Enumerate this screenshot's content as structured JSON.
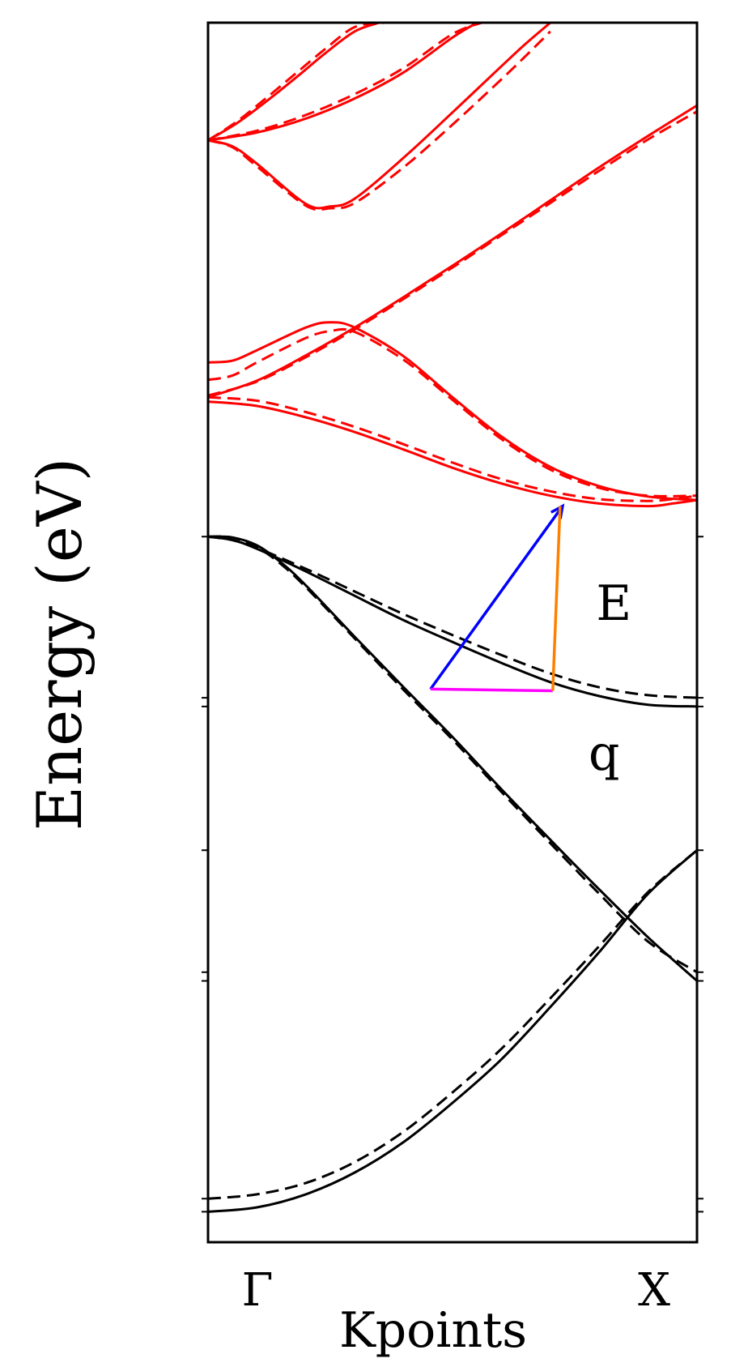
{
  "chart_data": {
    "type": "line",
    "title": "",
    "xlabel": "Kpoints",
    "ylabel": "Energy (eV)",
    "x_ticks": [
      "Γ",
      "X"
    ],
    "xlim": [
      0,
      1
    ],
    "ylim": [
      0,
      1
    ],
    "grid": false,
    "legend": "none",
    "colors": {
      "valence": "#000000",
      "conduction": "#ff0000",
      "transition_arrow": "#0000ff",
      "energy": "#ff8000",
      "momentum": "#ff00ff"
    },
    "series": [
      {
        "group": "valence",
        "style": "solid",
        "x": [
          0.0,
          0.1,
          0.2,
          0.3,
          0.4,
          0.5,
          0.6,
          0.7,
          0.8,
          0.9,
          1.0
        ],
        "y": [
          0.035,
          0.04,
          0.055,
          0.08,
          0.115,
          0.16,
          0.21,
          0.27,
          0.333,
          0.4,
          0.45
        ]
      },
      {
        "group": "valence",
        "style": "dashed",
        "x": [
          0.0,
          0.1,
          0.2,
          0.3,
          0.4,
          0.5,
          0.6,
          0.7,
          0.8,
          0.9,
          1.0
        ],
        "y": [
          0.05,
          0.055,
          0.068,
          0.092,
          0.127,
          0.172,
          0.222,
          0.28,
          0.34,
          0.402,
          0.45
        ]
      },
      {
        "group": "valence",
        "style": "solid",
        "x": [
          0.0,
          0.05,
          0.1,
          0.15,
          0.2,
          0.3,
          0.4,
          0.5,
          0.6,
          0.7,
          0.8,
          0.9,
          1.0
        ],
        "y": [
          0.81,
          0.809,
          0.8,
          0.78,
          0.754,
          0.695,
          0.637,
          0.58,
          0.52,
          0.462,
          0.405,
          0.35,
          0.3
        ]
      },
      {
        "group": "valence",
        "style": "dashed",
        "x": [
          0.0,
          0.05,
          0.1,
          0.15,
          0.2,
          0.3,
          0.4,
          0.5,
          0.6,
          0.7,
          0.8,
          0.9,
          1.0
        ],
        "y": [
          0.81,
          0.809,
          0.798,
          0.778,
          0.752,
          0.693,
          0.634,
          0.577,
          0.517,
          0.458,
          0.4,
          0.345,
          0.31
        ]
      },
      {
        "group": "valence",
        "style": "solid",
        "x": [
          0.0,
          0.05,
          0.1,
          0.2,
          0.3,
          0.4,
          0.5,
          0.6,
          0.7,
          0.8,
          0.9,
          1.0
        ],
        "y": [
          0.81,
          0.806,
          0.796,
          0.77,
          0.742,
          0.714,
          0.689,
          0.665,
          0.643,
          0.627,
          0.617,
          0.615
        ]
      },
      {
        "group": "valence",
        "style": "dashed",
        "x": [
          0.0,
          0.05,
          0.1,
          0.2,
          0.3,
          0.4,
          0.5,
          0.6,
          0.7,
          0.8,
          0.9,
          1.0
        ],
        "y": [
          0.81,
          0.806,
          0.797,
          0.773,
          0.747,
          0.721,
          0.697,
          0.674,
          0.653,
          0.637,
          0.628,
          0.625
        ]
      },
      {
        "group": "conduction",
        "style": "solid",
        "x": [
          0.0,
          0.1,
          0.2,
          0.3,
          0.4,
          0.5,
          0.6,
          0.7,
          0.8,
          0.9,
          0.95,
          1.0
        ],
        "y": [
          0.965,
          0.96,
          0.947,
          0.93,
          0.91,
          0.889,
          0.871,
          0.857,
          0.848,
          0.845,
          0.848,
          0.852
        ]
      },
      {
        "group": "conduction",
        "style": "dashed",
        "x": [
          0.0,
          0.1,
          0.2,
          0.3,
          0.4,
          0.5,
          0.6,
          0.7,
          0.8,
          0.9,
          0.95,
          1.0
        ],
        "y": [
          0.97,
          0.966,
          0.953,
          0.936,
          0.916,
          0.895,
          0.876,
          0.862,
          0.853,
          0.851,
          0.853,
          0.857
        ]
      },
      {
        "group": "conduction",
        "style": "solid",
        "x": [
          0.0,
          0.05,
          0.1,
          0.2,
          0.25,
          0.3,
          0.4,
          0.5,
          0.6,
          0.7,
          0.8,
          0.9,
          1.0
        ],
        "y": [
          1.01,
          1.012,
          1.024,
          1.05,
          1.056,
          1.05,
          1.017,
          0.97,
          0.925,
          0.89,
          0.868,
          0.856,
          0.852
        ]
      },
      {
        "group": "conduction",
        "style": "dashed",
        "x": [
          0.0,
          0.05,
          0.1,
          0.2,
          0.25,
          0.3,
          0.4,
          0.5,
          0.6,
          0.7,
          0.8,
          0.9,
          1.0
        ],
        "y": [
          0.99,
          0.995,
          1.01,
          1.038,
          1.046,
          1.045,
          1.013,
          0.967,
          0.922,
          0.887,
          0.866,
          0.857,
          0.857
        ]
      },
      {
        "group": "conduction",
        "style": "solid",
        "x": [
          0.0,
          0.1,
          0.2,
          0.3,
          0.4,
          0.5,
          0.6,
          0.7,
          0.8,
          0.9,
          1.0
        ],
        "y": [
          0.97,
          0.989,
          1.018,
          1.05,
          1.085,
          1.121,
          1.158,
          1.196,
          1.234,
          1.27,
          1.305
        ]
      },
      {
        "group": "conduction",
        "style": "dashed",
        "x": [
          0.0,
          0.1,
          0.2,
          0.3,
          0.4,
          0.5,
          0.6,
          0.7,
          0.8,
          0.9,
          1.0
        ],
        "y": [
          0.972,
          0.988,
          1.016,
          1.048,
          1.083,
          1.119,
          1.156,
          1.193,
          1.23,
          1.266,
          1.298
        ]
      },
      {
        "group": "conduction",
        "style": "solid",
        "x": [
          0.0,
          0.05,
          0.1,
          0.2,
          0.25,
          0.3,
          0.4,
          0.5,
          0.6,
          0.65,
          0.7
        ],
        "y": [
          1.265,
          1.258,
          1.238,
          1.192,
          1.189,
          1.198,
          1.245,
          1.297,
          1.35,
          1.376,
          1.4
        ]
      },
      {
        "group": "conduction",
        "style": "dashed",
        "x": [
          0.0,
          0.05,
          0.1,
          0.2,
          0.25,
          0.3,
          0.4,
          0.5,
          0.6,
          0.65,
          0.7
        ],
        "y": [
          1.265,
          1.257,
          1.235,
          1.19,
          1.187,
          1.193,
          1.234,
          1.283,
          1.335,
          1.362,
          1.39
        ]
      },
      {
        "group": "conduction",
        "style": "solid",
        "x": [
          0.0,
          0.1,
          0.2,
          0.3,
          0.4,
          0.5,
          0.55
        ],
        "y": [
          1.265,
          1.274,
          1.29,
          1.313,
          1.343,
          1.383,
          1.4
        ]
      },
      {
        "group": "conduction",
        "style": "dashed",
        "x": [
          0.0,
          0.1,
          0.2,
          0.3,
          0.4,
          0.5,
          0.56
        ],
        "y": [
          1.265,
          1.276,
          1.294,
          1.318,
          1.348,
          1.387,
          1.4
        ]
      },
      {
        "group": "conduction",
        "style": "solid",
        "x": [
          0.0,
          0.06,
          0.12,
          0.18,
          0.24,
          0.3,
          0.35
        ],
        "y": [
          1.265,
          1.285,
          1.31,
          1.337,
          1.365,
          1.39,
          1.4
        ]
      },
      {
        "group": "conduction",
        "style": "dashed",
        "x": [
          0.0,
          0.06,
          0.12,
          0.18,
          0.24,
          0.3,
          0.36
        ],
        "y": [
          1.265,
          1.287,
          1.314,
          1.342,
          1.37,
          1.395,
          1.4
        ]
      }
    ],
    "annotations": [
      {
        "text": "E",
        "color": "#ff8000",
        "x": 0.83,
        "y": 0.735
      },
      {
        "text": "q",
        "color": "#ff00ff",
        "x": 0.81,
        "y": 0.563
      }
    ],
    "arrows": [
      {
        "role": "transition",
        "color": "#0000ff",
        "from": [
          0.455,
          0.635
        ],
        "to": [
          0.725,
          0.845
        ]
      },
      {
        "role": "momentum",
        "color": "#ff00ff",
        "from": [
          0.455,
          0.635
        ],
        "to": [
          0.705,
          0.633
        ]
      },
      {
        "role": "energy",
        "color": "#ff8000",
        "from": [
          0.705,
          0.633
        ],
        "to": [
          0.72,
          0.845
        ]
      }
    ]
  }
}
